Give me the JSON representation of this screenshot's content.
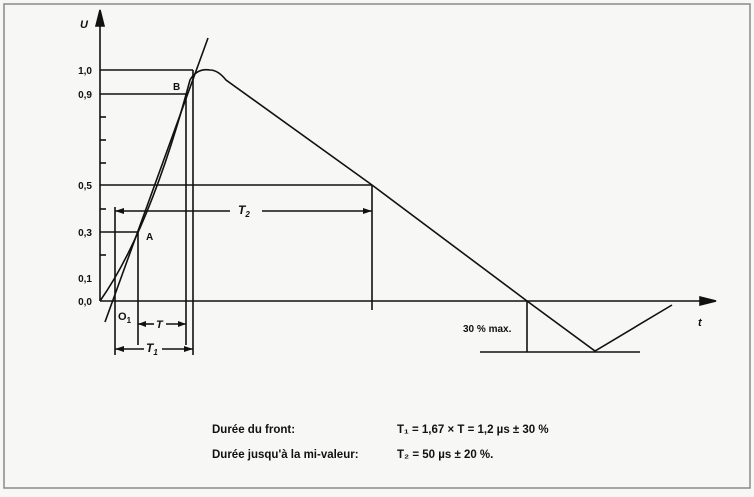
{
  "axis": {
    "y_label": "U",
    "x_label": "t",
    "y_ticks": [
      "1,0",
      "0,9",
      "0,5",
      "0,3",
      "0,1",
      "0,0"
    ]
  },
  "points": {
    "a": "A",
    "b": "B",
    "o1": "O",
    "o1_sub": "1"
  },
  "intervals": {
    "t": "T",
    "t1": "T",
    "t1_sub": "1",
    "t2": "T",
    "t2_sub": "2"
  },
  "undershoot_label": "30 % max.",
  "caption": {
    "front_label": "Durée du front:",
    "front_value": "T₁ = 1,67 × T = 1,2 µs ± 30 %",
    "half_label": "Durée jusqu'à la mi-valeur:",
    "half_value": "T₂ = 50 µs ± 20 %."
  },
  "colors": {
    "ink": "#111111",
    "paper": "#f7f7f5",
    "frame": "#8a8a8a"
  }
}
